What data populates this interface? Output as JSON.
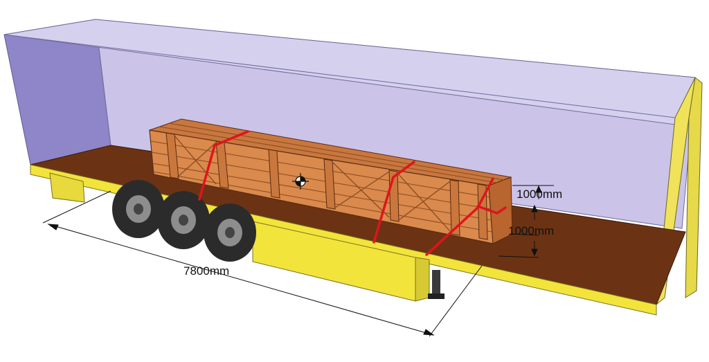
{
  "dimensions": {
    "length_label": "7800mm",
    "cargo_height_label": "1000mm",
    "cargo_elevation_label": "1000mm"
  },
  "colors": {
    "curtain_back": "#c9c2e6",
    "curtain_side": "#8e86c8",
    "deck": "#6b3314",
    "chassis_yellow": "#f2e43a",
    "crate_wood": "#d98a4c",
    "strap_red": "#e0141c",
    "tire": "#2b2b2b"
  },
  "icons": {
    "center_of_gravity": "center-of-gravity-icon"
  }
}
